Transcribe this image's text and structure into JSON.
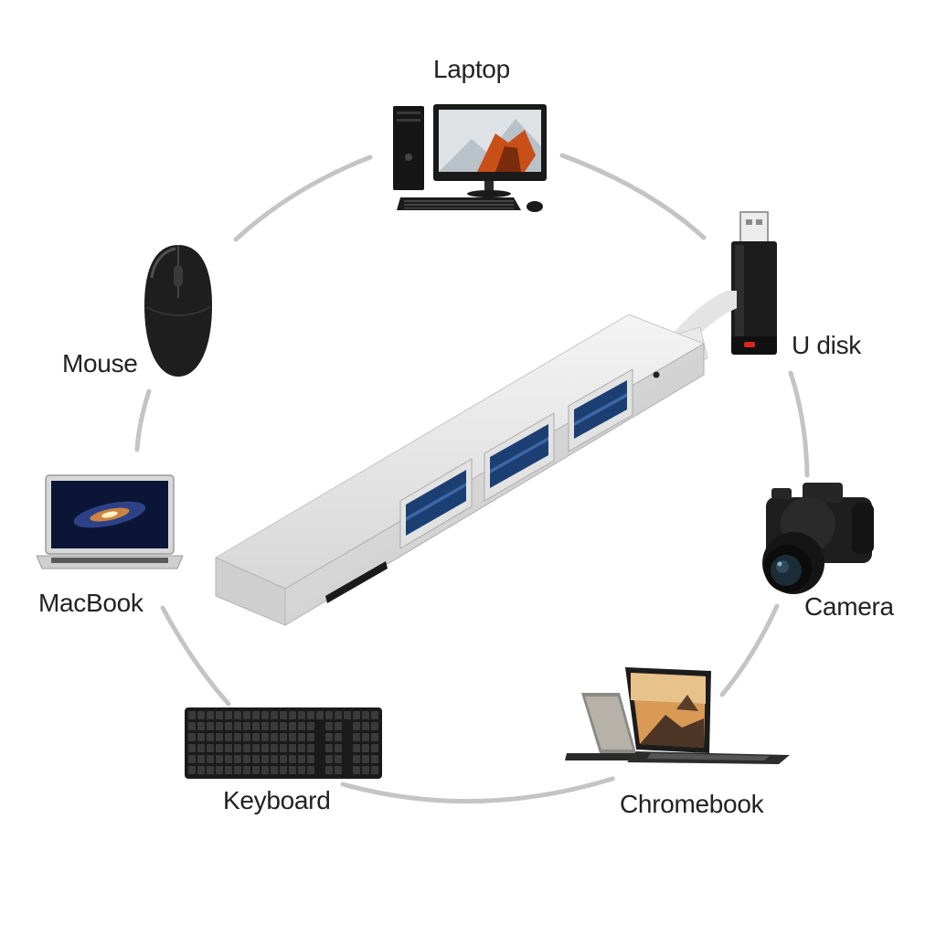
{
  "devices": {
    "laptop": {
      "label": "Laptop",
      "icon": "desktop-computer-icon"
    },
    "udisk": {
      "label": "U disk",
      "icon": "usb-flash-drive-icon"
    },
    "camera": {
      "label": "Camera",
      "icon": "dslr-camera-icon"
    },
    "chromebook": {
      "label": "Chromebook",
      "icon": "convertible-laptop-icon"
    },
    "keyboard": {
      "label": "Keyboard",
      "icon": "keyboard-icon"
    },
    "macbook": {
      "label": "MacBook",
      "icon": "laptop-icon"
    },
    "mouse": {
      "label": "Mouse",
      "icon": "mouse-icon"
    }
  },
  "hub": {
    "icon": "usb-hub-icon",
    "color": "#dcdcdc",
    "port_color": "#1c3f73"
  },
  "colors": {
    "ring": "#c4c4c4",
    "text": "#222222"
  }
}
